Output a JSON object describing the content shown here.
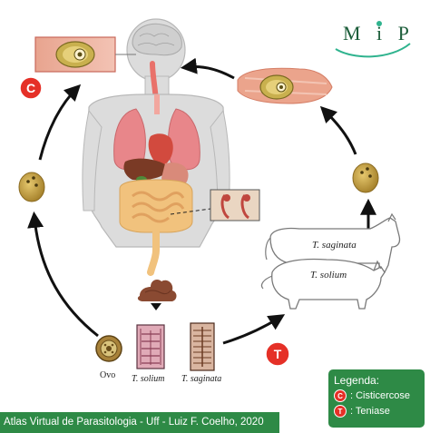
{
  "logo": {
    "text": "M i P"
  },
  "labels": {
    "ovo": "Ovo",
    "t_solium": "T. solium",
    "t_saginata": "T. saginata"
  },
  "animals": {
    "cow_label": "T. saginata",
    "pig_label": "T. solium"
  },
  "badges": {
    "c": "C",
    "t": "T"
  },
  "legend": {
    "title": "Legenda:",
    "items": [
      {
        "badge": "C",
        "text": ": Cisticercose"
      },
      {
        "badge": "T",
        "text": ": Teniase"
      }
    ]
  },
  "footer": {
    "text": "Atlas Virtual de Parasitologia - Uff - Luiz F. Coelho, 2020"
  },
  "colors": {
    "footer_bg": "#2e8a46",
    "badge": "#e53027",
    "brand": "#1c5d3a"
  }
}
